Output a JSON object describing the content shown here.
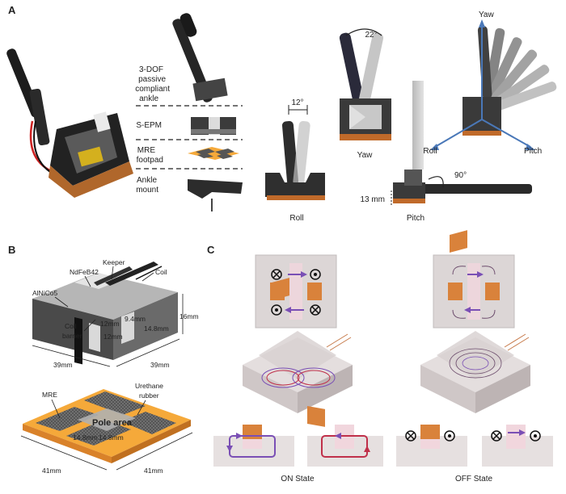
{
  "panels": {
    "a": "A",
    "b": "B",
    "c": "C"
  },
  "panel_a": {
    "stack_labels": {
      "ankle_1": "3-DOF",
      "ankle_2": "passive",
      "ankle_3": "compliant",
      "ankle_4": "ankle",
      "sepm": "S-EPM",
      "mre_1": "MRE",
      "mre_2": "footpad",
      "mount_1": "Ankle",
      "mount_2": "mount"
    },
    "roll_label": "Roll",
    "roll_angle": "12°",
    "yaw_label": "Yaw",
    "yaw_angle": "22°",
    "pitch_label": "Pitch",
    "pitch_angle": "90°",
    "pitch_height": "13 mm",
    "axes": {
      "yaw": "Yaw",
      "roll": "Roll",
      "pitch": "Pitch"
    }
  },
  "panel_b": {
    "labels": {
      "ndfeb": "NdFeB42",
      "keeper": "Keeper",
      "coil": "Coil",
      "alnico": "AlNiCo5",
      "coil_barrier_1": "Coil",
      "coil_barrier_2": "barrier",
      "mre": "MRE",
      "urethane_1": "Urethane",
      "urethane_2": "rubber",
      "pole_area": "Pole area"
    },
    "dims": {
      "d_12a": "12mm",
      "d_94": "9.4mm",
      "d_12b": "12mm",
      "d_148": "14.8mm",
      "d_16": "16mm",
      "d_39a": "39mm",
      "d_39b": "39mm",
      "d_148c": "14.8mm",
      "d_148d": "14.8mm",
      "d_41a": "41mm",
      "d_41b": "41mm"
    }
  },
  "panel_c": {
    "on_state": "ON State",
    "off_state": "OFF State"
  },
  "colors": {
    "magnet_orange": "#d9823b",
    "footpad_orange": "#f5a93a",
    "field_purple": "#7a4fb5",
    "field_red": "#c0304a",
    "arrow_blue": "#4a78b8"
  }
}
